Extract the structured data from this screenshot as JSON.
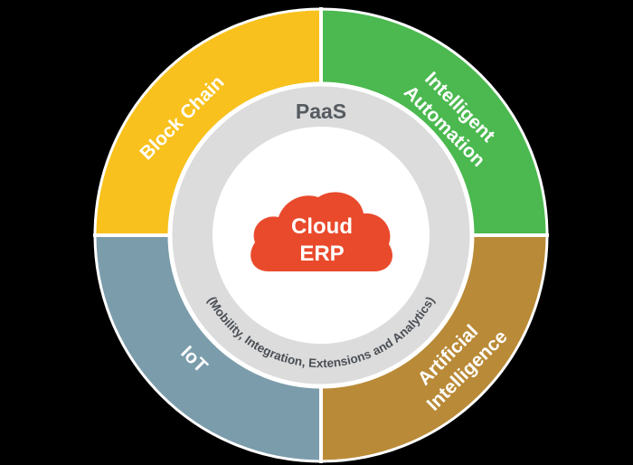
{
  "quadrants": {
    "top_left": {
      "lines": [
        "Block Chain"
      ],
      "color": "#f8c11d"
    },
    "top_right": {
      "lines": [
        "Intelligent",
        "Automation"
      ],
      "color": "#4bb94f"
    },
    "bottom_right": {
      "lines": [
        "Artificial",
        "Intelligence"
      ],
      "color": "#b98a37"
    },
    "bottom_left": {
      "lines": [
        "IoT"
      ],
      "color": "#7b9cab"
    }
  },
  "inner_ring": {
    "title": "PaaS",
    "subtitle": "(Mobility, Integration, Extensions and Analytics)",
    "color": "#dcdcdc"
  },
  "center": {
    "line1": "Cloud",
    "line2": "ERP",
    "cloud_color": "#e94a2c"
  }
}
